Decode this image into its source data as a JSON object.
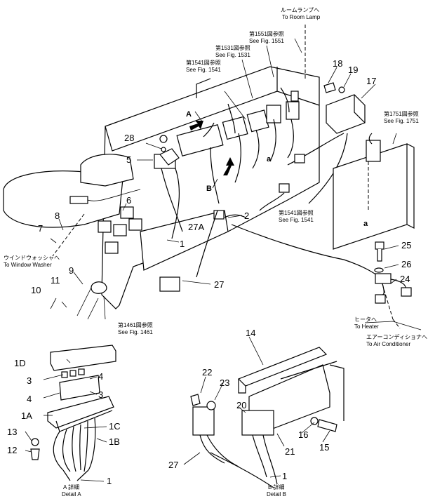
{
  "callouts": {
    "room_lamp": [
      "ルームランプへ",
      "To Room Lamp"
    ],
    "fig1551": [
      "第1551図参照",
      "See Fig. 1551"
    ],
    "fig1531": [
      "第1531図参照",
      "See Fig. 1531"
    ],
    "fig1541_top": [
      "第1541図参照",
      "See Fig. 1541"
    ],
    "fig1751": [
      "第1751図参照",
      "See Fig. 1751"
    ],
    "fig1541_mid": [
      "第1541図参照",
      "See Fig. 1541"
    ],
    "washer": [
      "ウインドウォッシャへ",
      "To Window Washer"
    ],
    "fig1461": [
      "第1461図参照",
      "See Fig. 1461"
    ],
    "heater": [
      "ヒータへ",
      "To Heater"
    ],
    "aircon": [
      "エアーコンディショナへ",
      "To Air Conditioner"
    ]
  },
  "detail_a": [
    "A 詳細",
    "Detail A"
  ],
  "detail_b": [
    "B 詳細",
    "Detail B"
  ],
  "letters": {
    "A": "A",
    "B": "B",
    "a1": "a",
    "a2": "a"
  },
  "parts": {
    "p1": "1",
    "p1b": "1",
    "p1c": "1",
    "p2": "2",
    "p3a": "3",
    "p3b": "3",
    "p4a": "4",
    "p4b": "4",
    "p5": "5",
    "p6": "6",
    "p7": "7",
    "p8": "8",
    "p9": "9",
    "p10": "10",
    "p11": "11",
    "p12": "12",
    "p13": "13",
    "p14": "14",
    "p15": "15",
    "p16": "16",
    "p17": "17",
    "p18": "18",
    "p19": "19",
    "p20": "20",
    "p21": "21",
    "p22": "22",
    "p23": "23",
    "p24": "24",
    "p25": "25",
    "p26": "26",
    "p27": "27",
    "p27b": "27",
    "p27a": "27A",
    "p28": "28",
    "p1a": "1A",
    "p1B": "1B",
    "p1C": "1C",
    "p1D": "1D"
  }
}
